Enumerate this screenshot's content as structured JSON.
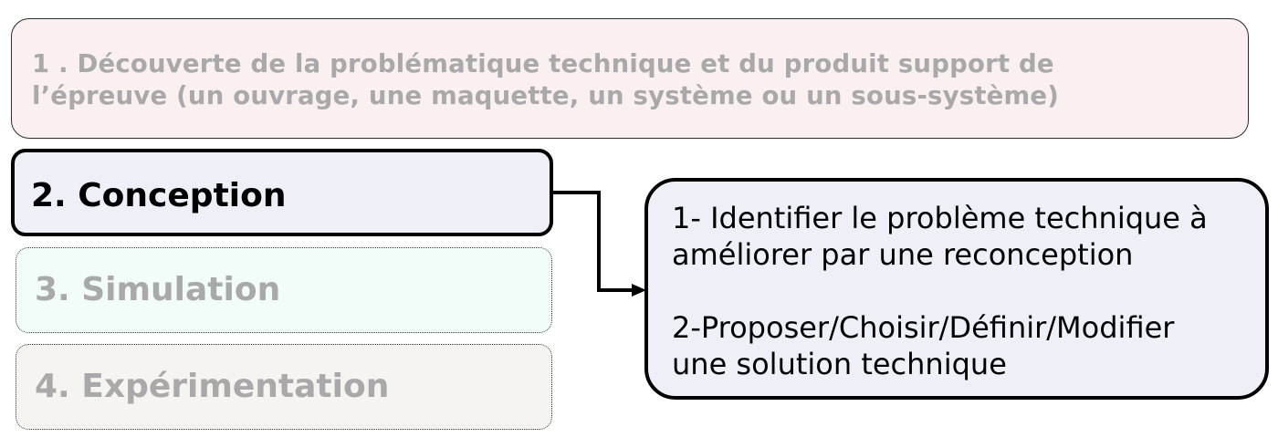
{
  "steps": {
    "step1": {
      "line1": "1 . Découverte de la problématique technique et du produit support de",
      "line2": "l’épreuve (un ouvrage, une maquette, un système ou un sous-système)"
    },
    "step2": {
      "label": "2. Conception"
    },
    "step3": {
      "label": "3. Simulation"
    },
    "step4": {
      "label": "4. Expérimentation"
    }
  },
  "detail": {
    "item1_line1": "1- Identifier le problème technique à",
    "item1_line2": "améliorer par une reconception",
    "item2_line1": "2-Proposer/Choisir/Définir/Modifier",
    "item2_line2": "une solution technique"
  },
  "colors": {
    "active_border": "#000000",
    "inactive_text": "#a9a9a9",
    "step1_fill": "#fbf0f0",
    "step2_fill": "#efeff8",
    "step3_fill": "#f2fcf8",
    "step4_fill": "#f6f4f0"
  }
}
